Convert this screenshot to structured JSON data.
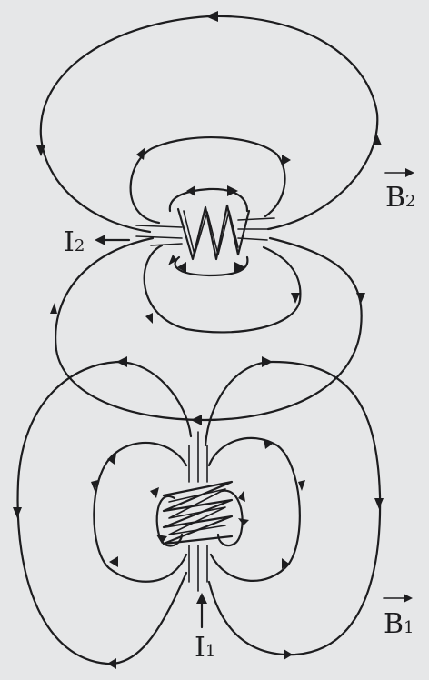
{
  "labels": {
    "b2": "B",
    "b2_sub": "2",
    "i2": "I",
    "i2_sub": "2",
    "b1": "B",
    "b1_sub": "1",
    "i1": "I",
    "i1_sub": "1"
  },
  "colors": {
    "ink": "#1d1d1f",
    "paper": "#e6e7e8"
  }
}
